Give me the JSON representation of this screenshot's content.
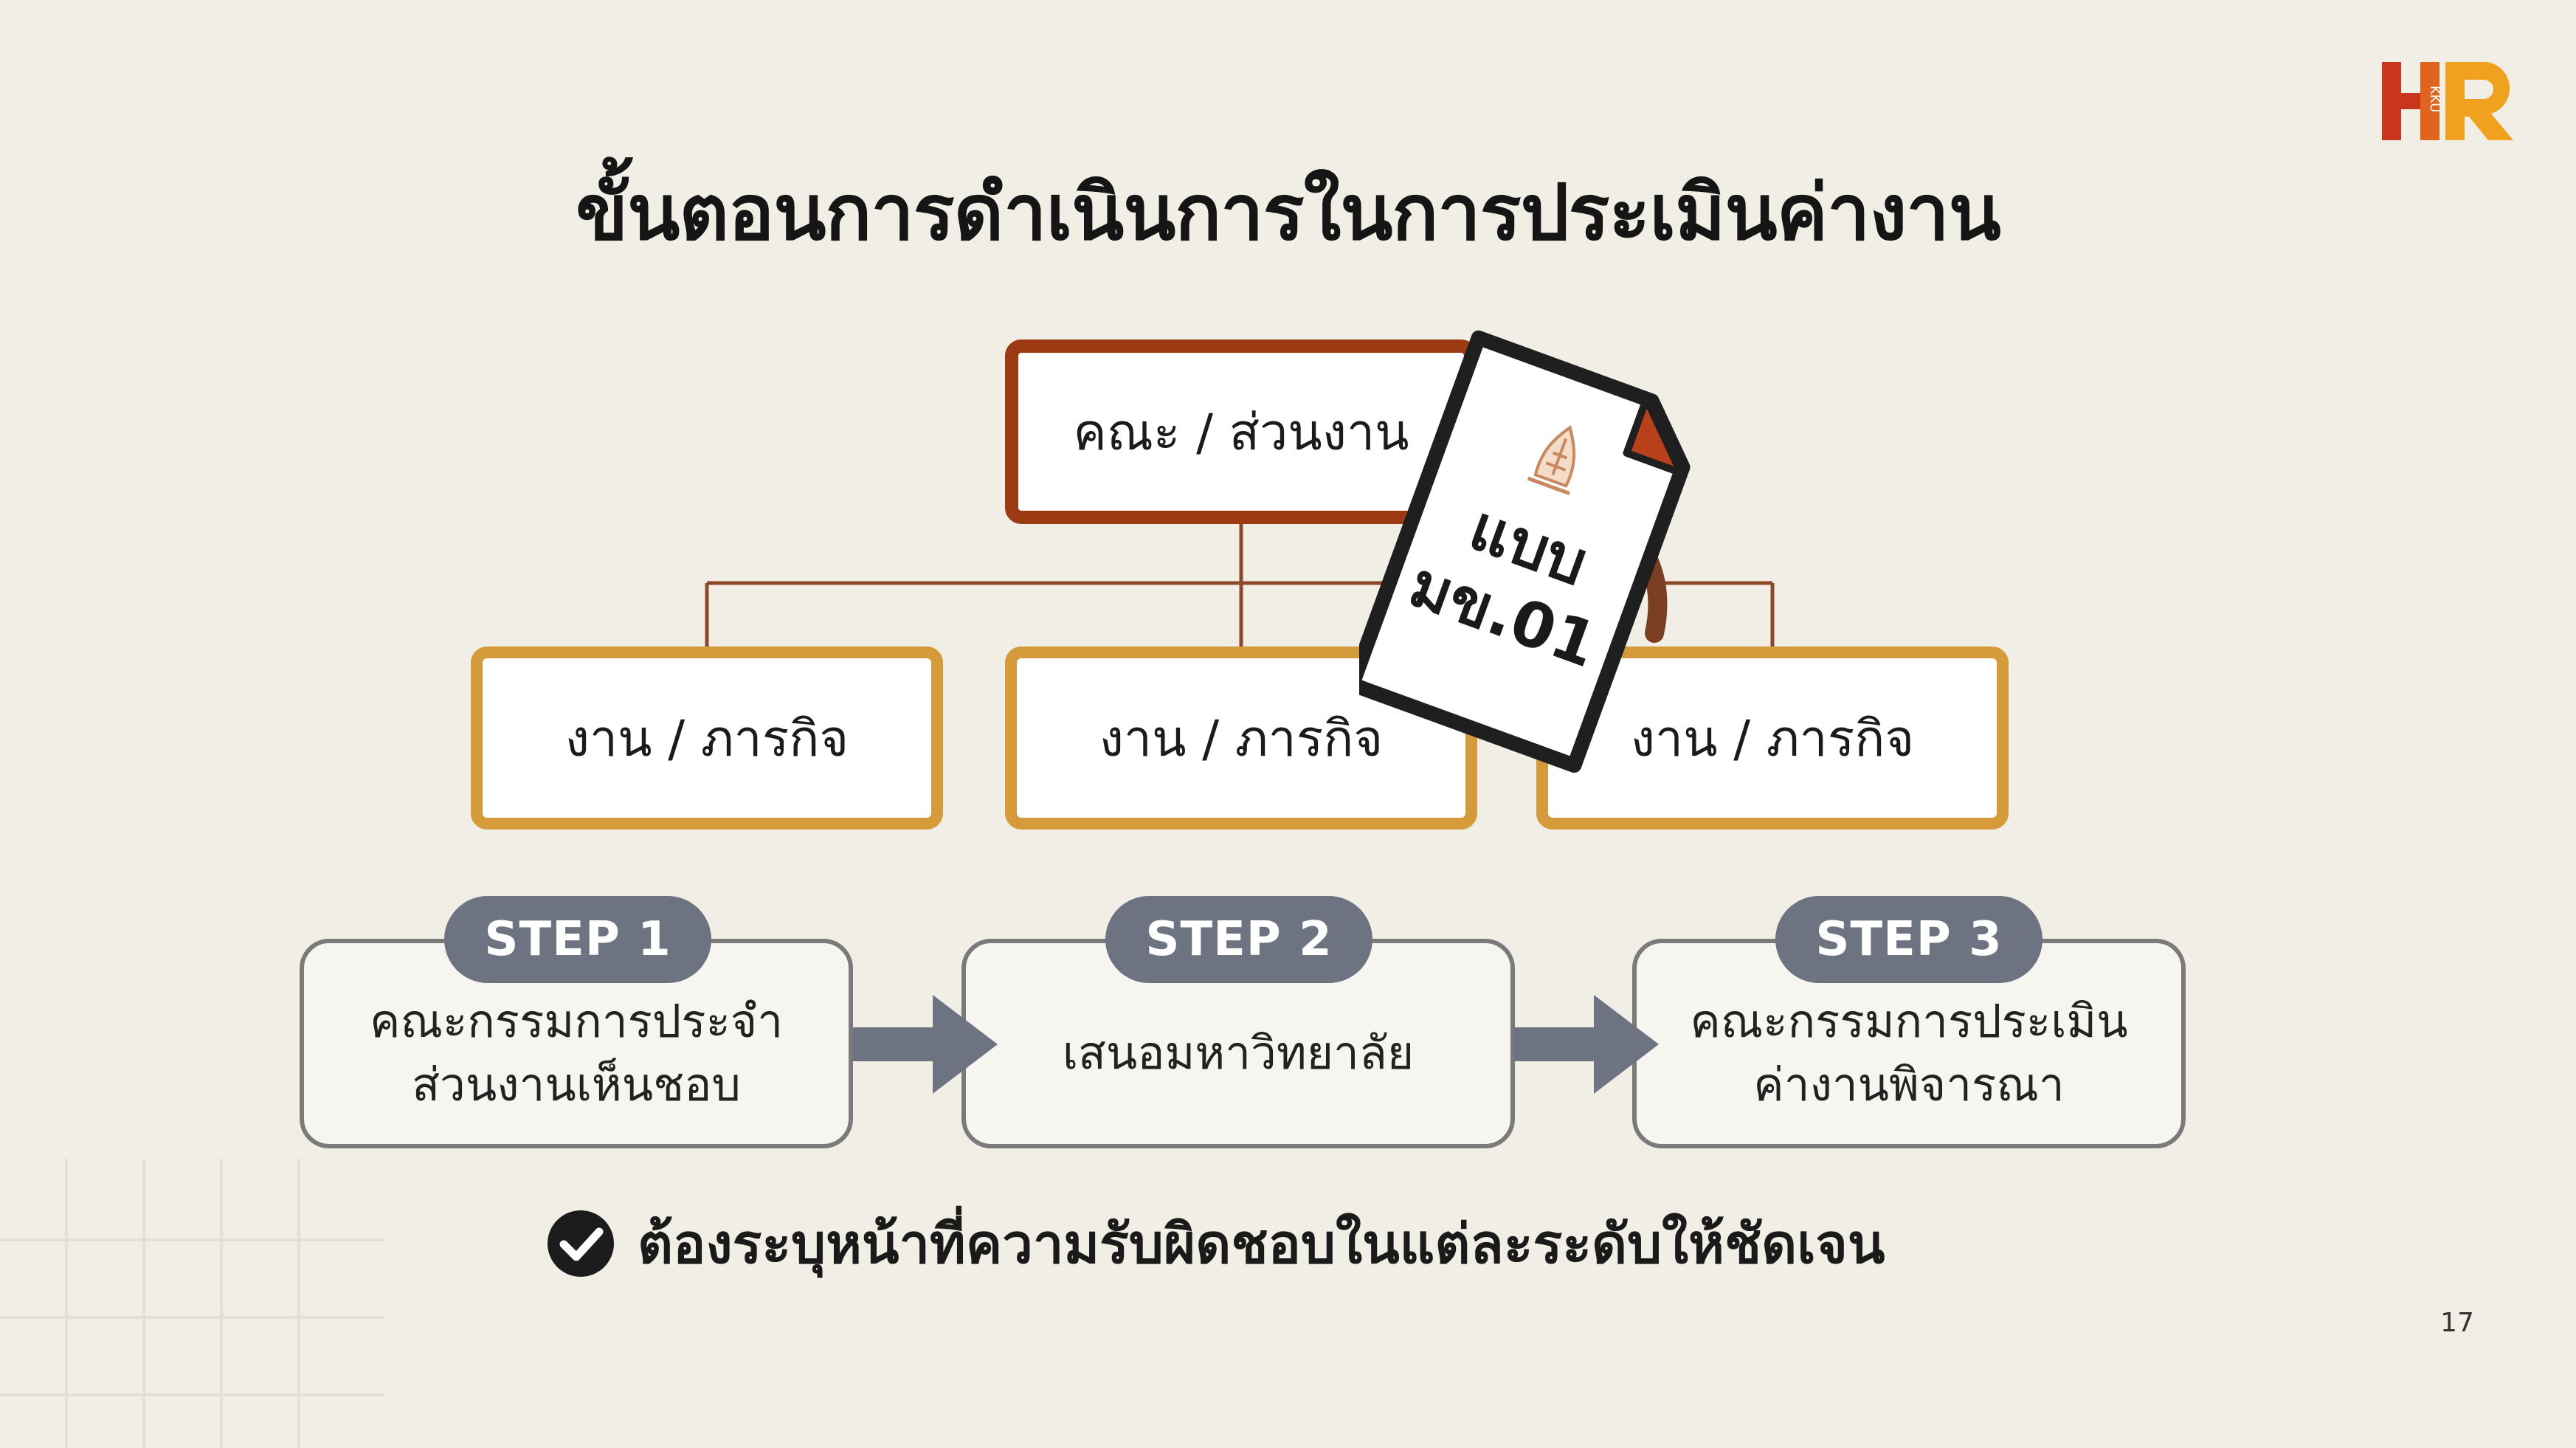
{
  "title": "ขั้นตอนการดำเนินการในการประเมินค่างาน",
  "logo": {
    "text": "HR",
    "subtext": "KKU",
    "color_primary": "#c8361c",
    "color_secondary": "#f0a21e"
  },
  "org_chart": {
    "top": "คณะ / ส่วนงาน",
    "children": [
      "งาน / ภารกิจ",
      "งาน / ภารกิจ",
      "งาน / ภารกิจ"
    ],
    "top_border_color": "#9c3a14",
    "child_border_color": "#d59a3a"
  },
  "document": {
    "line1": "แบบ",
    "line2": "มข.01",
    "icon": "university-emblem-icon",
    "accent_color": "#b8401a"
  },
  "steps": [
    {
      "label": "STEP 1",
      "text": "คณะกรรมการประจำ\nส่วนงานเห็นชอบ"
    },
    {
      "label": "STEP 2",
      "text": "เสนอมหาวิทยาลัย"
    },
    {
      "label": "STEP 3",
      "text": "คณะกรรมการประเมิน\nค่างานพิจารณา"
    }
  ],
  "note": {
    "icon": "check-circle-icon",
    "text": "ต้องระบุหน้าที่ความรับผิดชอบในแต่ละระดับให้ชัดเจน"
  },
  "page_number": "17"
}
